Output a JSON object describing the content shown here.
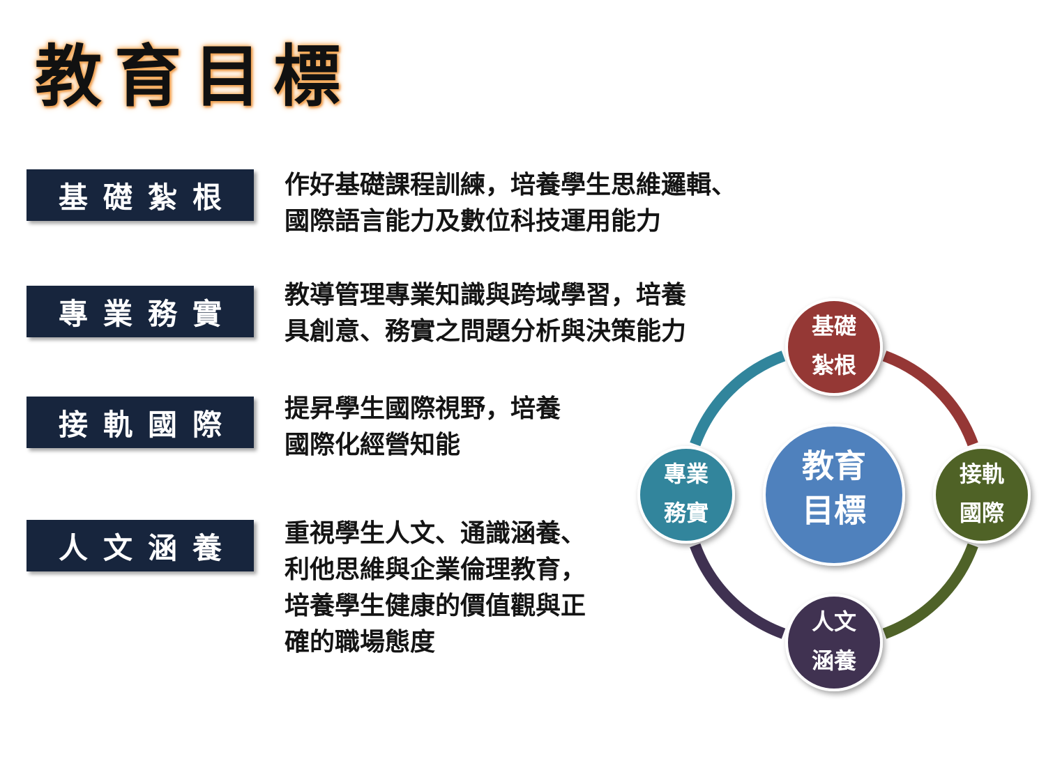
{
  "title": "教育目標",
  "rows": [
    {
      "label": "基礎紮根",
      "lines": [
        "作好基礎課程訓練，培養學生思維邏輯、",
        "國際語言能力及數位科技運用能力"
      ]
    },
    {
      "label": "專業務實",
      "lines": [
        "教導管理專業知識與跨域學習，培養",
        "具創意、務實之問題分析與決策能力"
      ]
    },
    {
      "label": "接軌國際",
      "lines": [
        "提昇學生國際視野，培養",
        "國際化經營知能"
      ]
    },
    {
      "label": "人文涵養",
      "lines": [
        "重視學生人文、通識涵養、",
        "利他思維與企業倫理教育，",
        "培養學生健康的價值觀與正",
        "確的職場態度"
      ]
    }
  ],
  "cycle": {
    "center": {
      "line1": "教育",
      "line2": "目標",
      "color": "#4f81bd"
    },
    "nodes": [
      {
        "line1": "基礎",
        "line2": "紮根",
        "color": "#953735"
      },
      {
        "line1": "接軌",
        "line2": "國際",
        "color": "#4f6228"
      },
      {
        "line1": "人文",
        "line2": "涵養",
        "color": "#3f3151"
      },
      {
        "line1": "專業",
        "line2": "務實",
        "color": "#31859c"
      }
    ]
  }
}
